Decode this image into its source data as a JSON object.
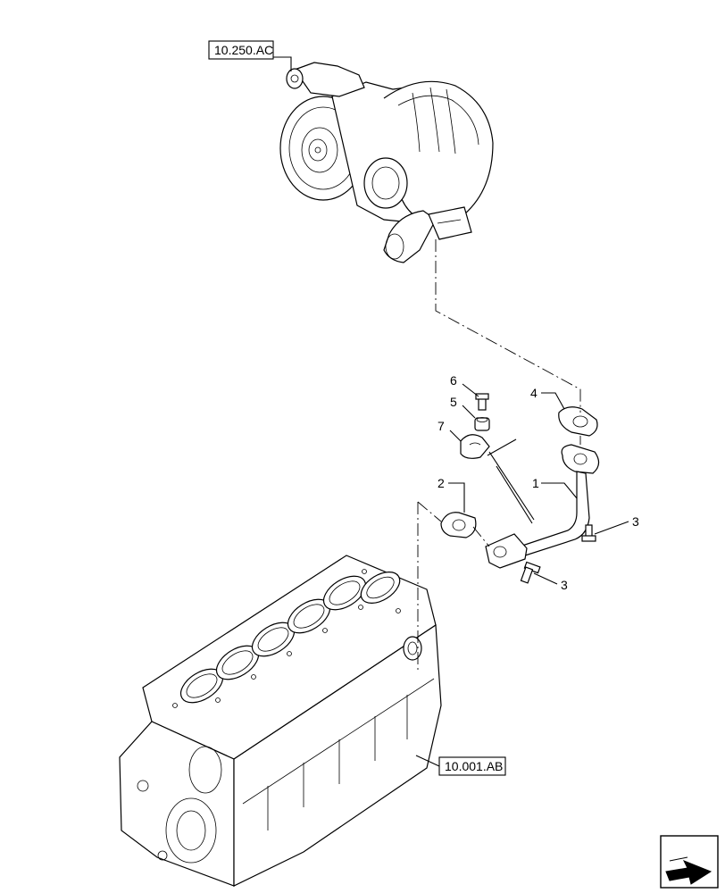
{
  "references": {
    "turbo_ref": "10.250.AC",
    "block_ref": "10.001.AB"
  },
  "callouts": {
    "oil_pipe": "1",
    "gasket_lower": "2",
    "bolt_right": "3",
    "bolt_lower": "3",
    "gasket_upper": "4",
    "spacer": "5",
    "screw": "6",
    "clamp": "7"
  },
  "icons": {
    "nav": "next-page-arrow-icon"
  }
}
